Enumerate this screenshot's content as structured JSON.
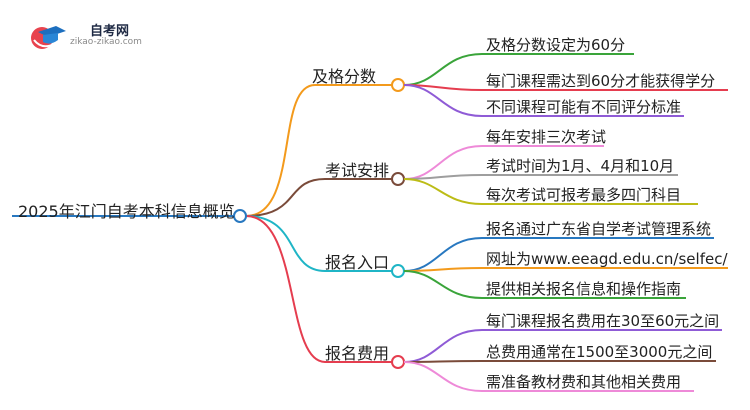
{
  "logo": {
    "title": "自考网",
    "url": "zikao-zikao.com"
  },
  "root": {
    "label": "2025年江门自考本科信息概览"
  },
  "branches": [
    {
      "label": "及格分数",
      "color": "#f39a1c",
      "leaves": [
        {
          "text": "及格分数设定为60分",
          "color": "#3aa43a"
        },
        {
          "text": "每门课程需达到60分才能获得学分",
          "color": "#e53d4f"
        },
        {
          "text": "不同课程可能有不同评分标准",
          "color": "#8f5bd6"
        }
      ]
    },
    {
      "label": "考试安排",
      "color": "#7a4b3a",
      "leaves": [
        {
          "text": "每年安排三次考试",
          "color": "#ee8ad8"
        },
        {
          "text": "考试时间为1月、4月和10月",
          "color": "#9e9e9e"
        },
        {
          "text": "每次考试可报考最多四门科目",
          "color": "#bcbc16"
        }
      ]
    },
    {
      "label": "报名入口",
      "color": "#1fb5c6",
      "leaves": [
        {
          "text": "报名通过广东省自学考试管理系统",
          "color": "#2878c0"
        },
        {
          "text": "网址为www.eeagd.edu.cn/selfec/",
          "color": "#f39a1c"
        },
        {
          "text": "提供相关报名信息和操作指南",
          "color": "#3aa43a"
        }
      ]
    },
    {
      "label": "报名费用",
      "color": "#e53d4f",
      "leaves": [
        {
          "text": "每门课程报名费用在30至60元之间",
          "color": "#8f5bd6"
        },
        {
          "text": "总费用通常在1500至3000元之间",
          "color": "#7a4b3a"
        },
        {
          "text": "需准备教材费和其他相关费用",
          "color": "#ee8ad8"
        }
      ]
    }
  ]
}
